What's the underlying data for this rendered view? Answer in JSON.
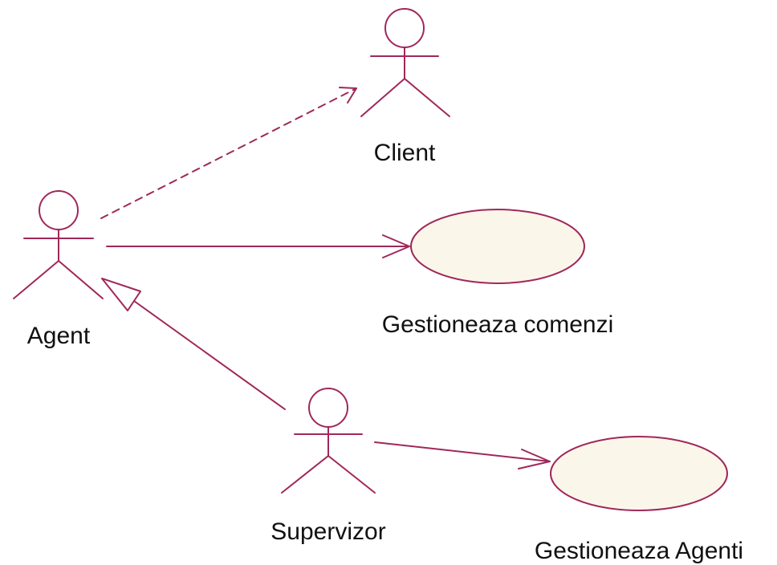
{
  "colors": {
    "line": "#a0285a",
    "usecase_fill": "#fbf6ea",
    "text": "#111111",
    "background": "#ffffff"
  },
  "actors": {
    "client": {
      "name": "Client",
      "icon": "stick-figure-icon"
    },
    "agent": {
      "name": "Agent",
      "icon": "stick-figure-icon"
    },
    "supervizor": {
      "name": "Supervizor",
      "icon": "stick-figure-icon"
    }
  },
  "use_cases": {
    "gestioneaza_comenzi": {
      "name": "Gestioneaza comenzi"
    },
    "gestioneaza_agenti": {
      "name": "Gestioneaza Agenti"
    }
  },
  "relationships": [
    {
      "from": "Agent",
      "to": "Client",
      "type": "dependency"
    },
    {
      "from": "Agent",
      "to": "Gestioneaza comenzi",
      "type": "association"
    },
    {
      "from": "Supervizor",
      "to": "Agent",
      "type": "generalization"
    },
    {
      "from": "Supervizor",
      "to": "Gestioneaza Agenti",
      "type": "association"
    }
  ]
}
